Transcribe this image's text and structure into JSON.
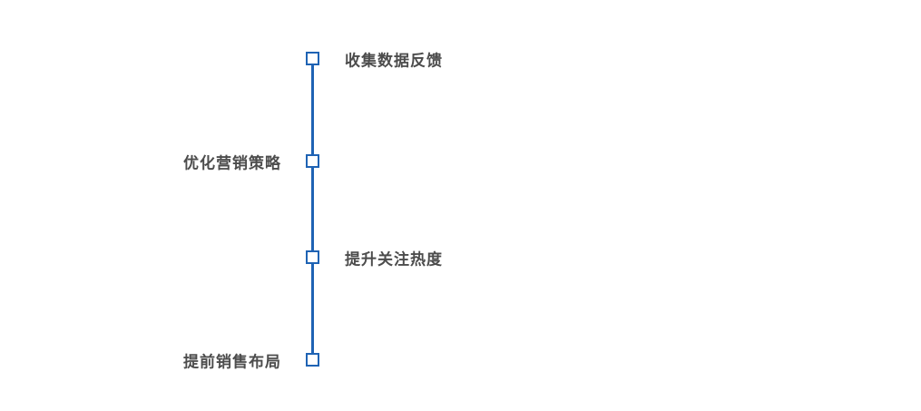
{
  "diagram": {
    "type": "vertical-timeline",
    "accent_color": "#1f63b4",
    "text_color": "#4c4c4c",
    "items": [
      {
        "label": "收集数据反馈",
        "side": "right"
      },
      {
        "label": "优化营销策略",
        "side": "left"
      },
      {
        "label": "提升关注热度",
        "side": "right"
      },
      {
        "label": "提前销售布局",
        "side": "left"
      }
    ]
  }
}
